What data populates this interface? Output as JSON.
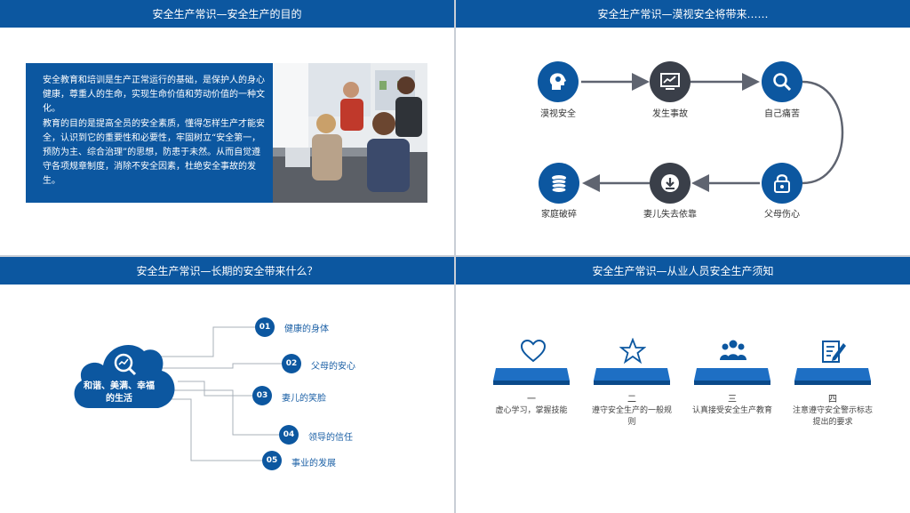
{
  "panel1": {
    "title": "安全生产常识—安全生产的目的",
    "paragraph1": "安全教育和培训是生产正常运行的基础，是保护人的身心健康，尊重人的生命，实现生命价值和劳动价值的一种文化。",
    "paragraph2": "教育的目的是提高全员的安全素质，懂得怎样生产才能安全，认识到它的重要性和必要性，牢固树立“安全第一，预防为主、综合治理”的思想，防患于未然。从而自觉遵守各项规章制度，消除不安全因素，杜绝安全事故的发生。"
  },
  "panel2": {
    "title": "安全生产常识—漠视安全将带来……",
    "nodes": [
      {
        "label": "漠视安全",
        "icon": "head-gear-icon"
      },
      {
        "label": "发生事故",
        "icon": "monitor-chart-icon"
      },
      {
        "label": "自己痛苦",
        "icon": "magnifier-icon"
      },
      {
        "label": "父母伤心",
        "icon": "lock-icon"
      },
      {
        "label": "妻儿失去依靠",
        "icon": "download-icon"
      },
      {
        "label": "家庭破碎",
        "icon": "coins-icon"
      }
    ]
  },
  "panel3": {
    "title": "安全生产常识—长期的安全带来什么？",
    "cloud_text": "和谐、美满、幸福的生活",
    "items": [
      {
        "num": "01",
        "text": "健康的身体"
      },
      {
        "num": "02",
        "text": "父母的安心"
      },
      {
        "num": "03",
        "text": "妻儿的笑脸"
      },
      {
        "num": "04",
        "text": "领导的信任"
      },
      {
        "num": "05",
        "text": "事业的发展"
      }
    ]
  },
  "panel4": {
    "title": "安全生产常识—从业人员安全生产须知",
    "steps": [
      {
        "num": "一",
        "text": "虚心学习，掌握技能",
        "icon": "heart-icon"
      },
      {
        "num": "二",
        "text": "遵守安全生产的一般规则",
        "icon": "star-icon"
      },
      {
        "num": "三",
        "text": "认真接受安全生产教育",
        "icon": "people-icon"
      },
      {
        "num": "四",
        "text": "注意遵守安全警示标志提出的要求",
        "icon": "edit-icon"
      }
    ]
  },
  "colors": {
    "primary": "#0c57a0",
    "dark": "#3a3f49"
  }
}
